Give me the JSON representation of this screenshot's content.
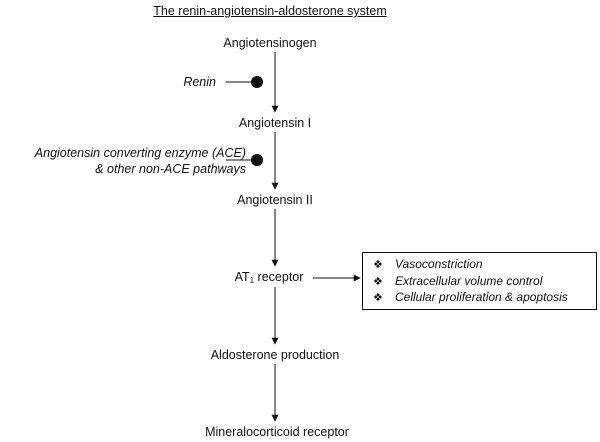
{
  "title": "The renin-angiotensin-aldosterone system",
  "nodes": {
    "angiotensinogen": "Angiotensinogen",
    "angiotensin_1": "Angiotensin I",
    "angiotensin_2": "Angiotensin II",
    "at1_prefix": "AT",
    "at1_sub": "1",
    "at1_suffix": " receptor",
    "aldosterone": "Aldosterone production",
    "mineralocorticoid": "Mineralocorticoid receptor"
  },
  "inhibitors": {
    "renin": "Renin",
    "ace_line1": "Angiotensin converting enzyme (ACE)",
    "ace_line2": "& other non-ACE pathways"
  },
  "effects": {
    "bullet_icon": "diamond-four-bullet-icon",
    "bullet_glyph": "❖",
    "items": [
      "Vasoconstriction",
      "Extracellular volume control",
      "Cellular proliferation & apoptosis"
    ]
  },
  "colors": {
    "line": "#111111",
    "background": "#ffffff"
  }
}
